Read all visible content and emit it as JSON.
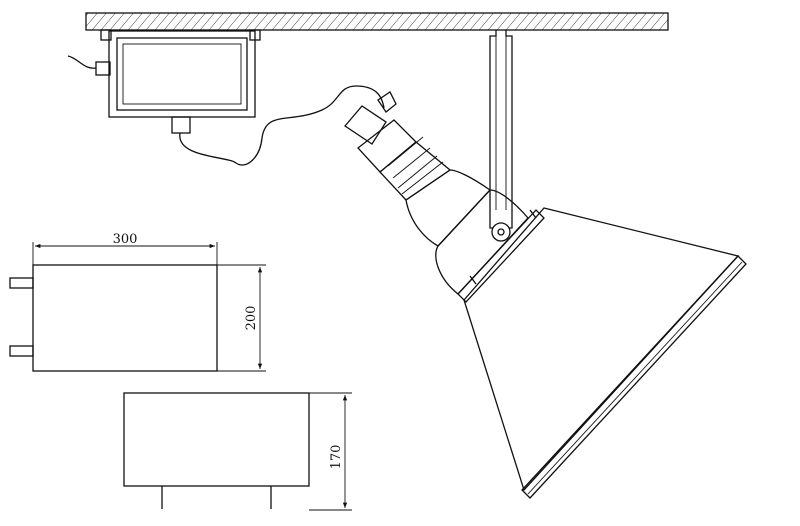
{
  "dimensions": {
    "width_value": "300",
    "height_value": "200",
    "depth_value": "170"
  },
  "colors": {
    "line": "#111111",
    "background": "#ffffff"
  }
}
